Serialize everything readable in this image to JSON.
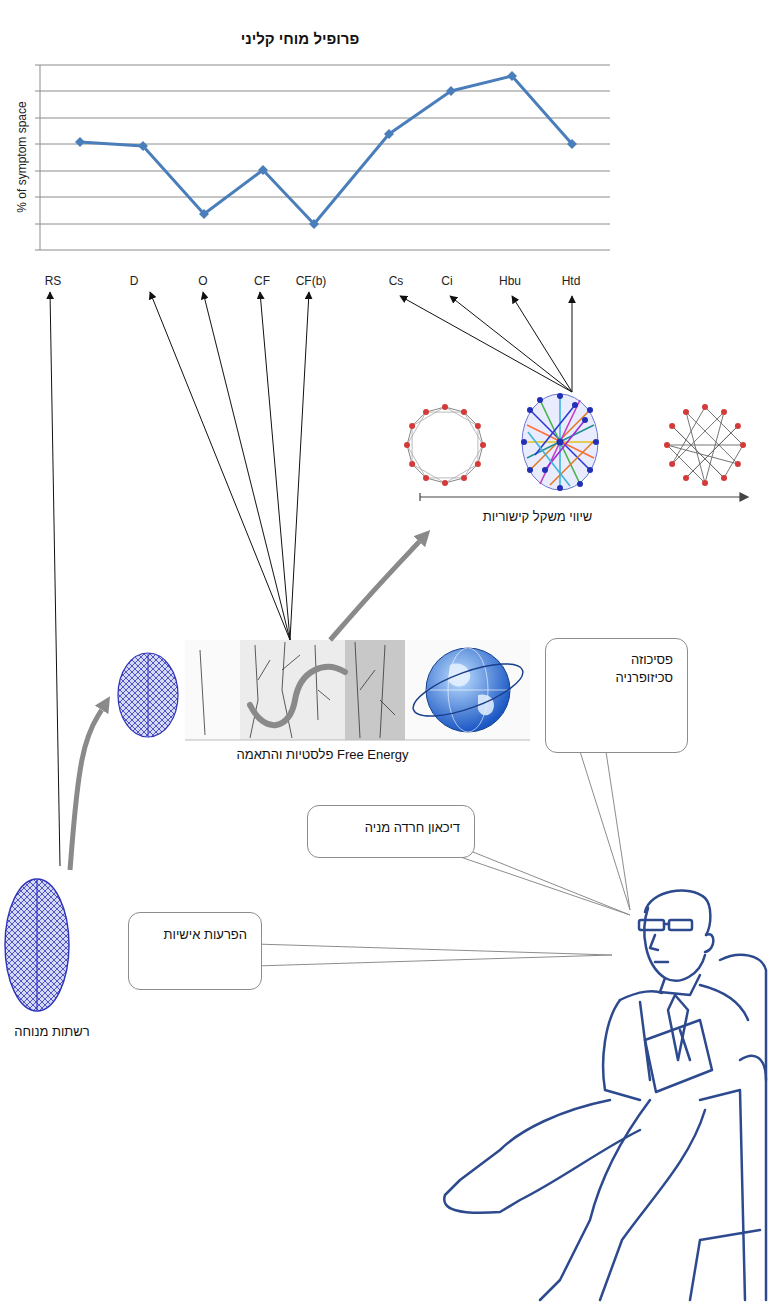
{
  "diagram": {
    "title": "פרופיל מוחי קליני",
    "nodes": [
      {
        "text": [
          "שיווי משקל קישוריות"
        ]
      },
      {
        "text": [
          "פסיכוזה סכיזופרניה"
        ]
      },
      {
        "text": [
          "Free Energy פלסטיות והתאמה"
        ]
      },
      {
        "text": [
          "דיכאון חרדה מניה"
        ]
      },
      {
        "text": [
          "רשתות מנוחה"
        ]
      },
      {
        "text": [
          "הפרעות אישיות"
        ]
      }
    ],
    "edges": [
      {
        "from": 4,
        "to": 2,
        "arrow": "to"
      },
      {
        "from": 2,
        "to": 0,
        "arrow": "to"
      }
    ],
    "labels": [
      "% of symptom space",
      "RS",
      "D",
      "O",
      "CF",
      "CF(b)",
      "Cs",
      "Ci",
      "Hbu",
      "Htd"
    ]
  }
}
